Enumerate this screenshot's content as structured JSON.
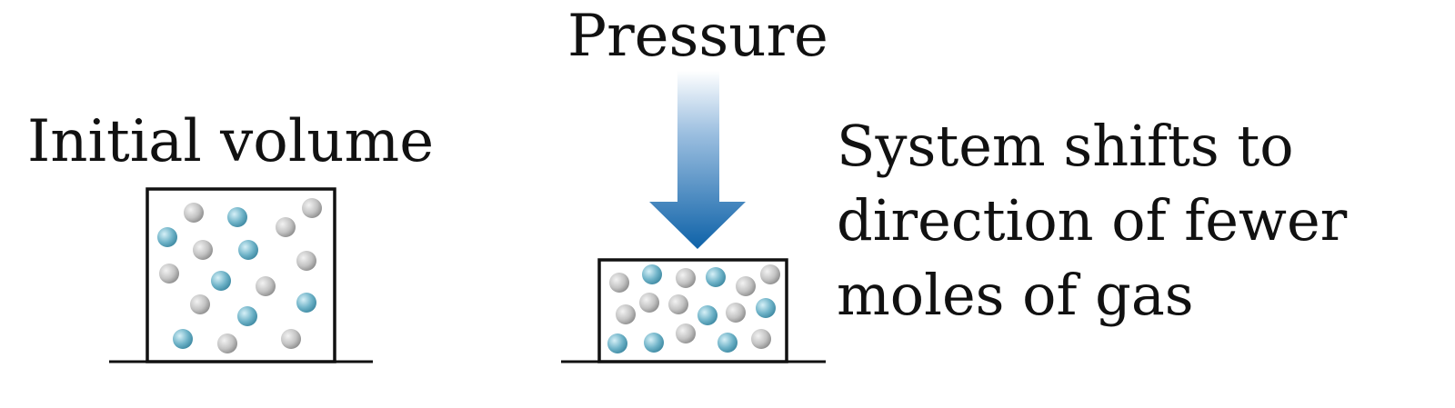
{
  "labels": {
    "initial": "Initial volume",
    "pressure": "Pressure",
    "shift_lines": [
      "System shifts to",
      "direction of fewer",
      "moles of gas"
    ]
  },
  "colors": {
    "ink": "#111111",
    "gray_particle": "#bdbdbd",
    "blue_particle": "#6fb3c8",
    "arrow_top": "#ffffff",
    "arrow_bottom": "#0e62a8"
  }
}
